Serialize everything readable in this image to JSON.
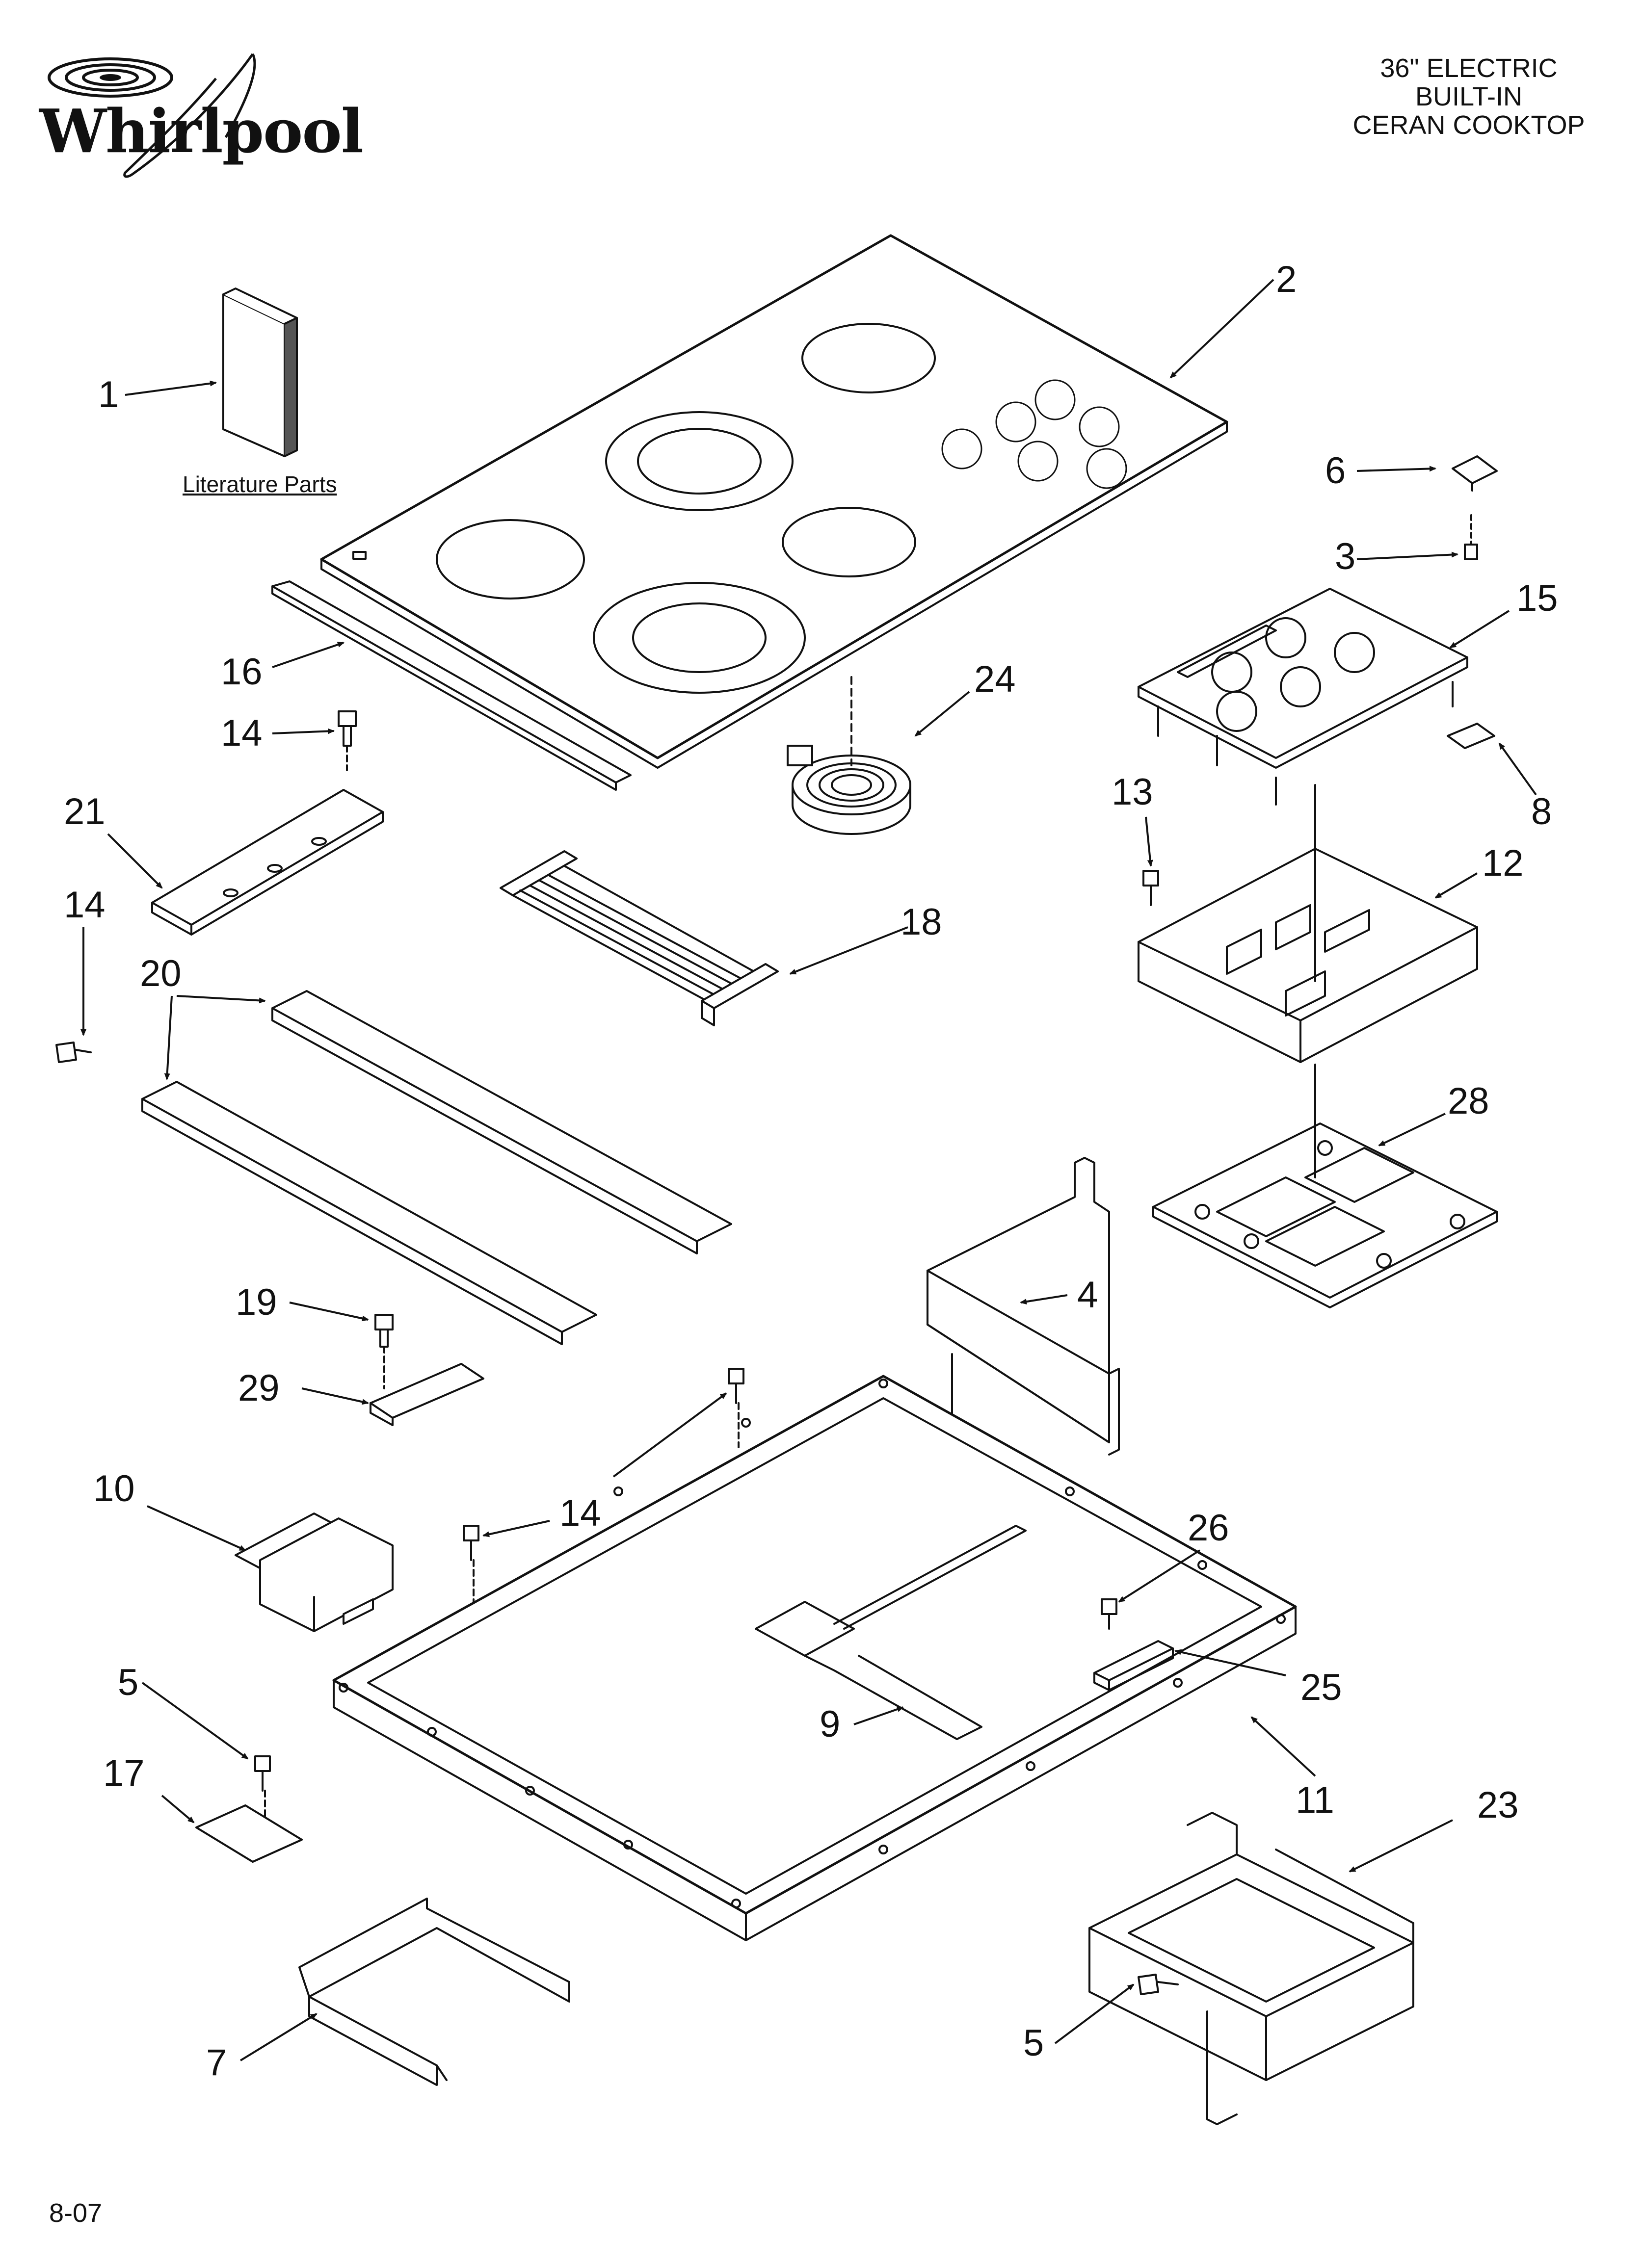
{
  "brand": {
    "logo_text": "Whirlpool"
  },
  "header": {
    "title_lines": [
      "36\" ELECTRIC",
      "BUILT-IN",
      "CERAN COOKTOP"
    ]
  },
  "labels": {
    "literature_parts": "Literature Parts"
  },
  "footer": {
    "date_code": "8-07"
  },
  "callouts": [
    {
      "id": "c1",
      "text": "1"
    },
    {
      "id": "c2",
      "text": "2"
    },
    {
      "id": "c3",
      "text": "3"
    },
    {
      "id": "c4",
      "text": "4"
    },
    {
      "id": "c5a",
      "text": "5"
    },
    {
      "id": "c5b",
      "text": "5"
    },
    {
      "id": "c6",
      "text": "6"
    },
    {
      "id": "c7",
      "text": "7"
    },
    {
      "id": "c8",
      "text": "8"
    },
    {
      "id": "c9",
      "text": "9"
    },
    {
      "id": "c10",
      "text": "10"
    },
    {
      "id": "c11",
      "text": "11"
    },
    {
      "id": "c12",
      "text": "12"
    },
    {
      "id": "c13",
      "text": "13"
    },
    {
      "id": "c14a",
      "text": "14"
    },
    {
      "id": "c14b",
      "text": "14"
    },
    {
      "id": "c14c",
      "text": "14"
    },
    {
      "id": "c15",
      "text": "15"
    },
    {
      "id": "c16",
      "text": "16"
    },
    {
      "id": "c17",
      "text": "17"
    },
    {
      "id": "c18",
      "text": "18"
    },
    {
      "id": "c19",
      "text": "19"
    },
    {
      "id": "c20",
      "text": "20"
    },
    {
      "id": "c21",
      "text": "21"
    },
    {
      "id": "c23",
      "text": "23"
    },
    {
      "id": "c24",
      "text": "24"
    },
    {
      "id": "c25",
      "text": "25"
    },
    {
      "id": "c26",
      "text": "26"
    },
    {
      "id": "c28",
      "text": "28"
    },
    {
      "id": "c29",
      "text": "29"
    }
  ]
}
